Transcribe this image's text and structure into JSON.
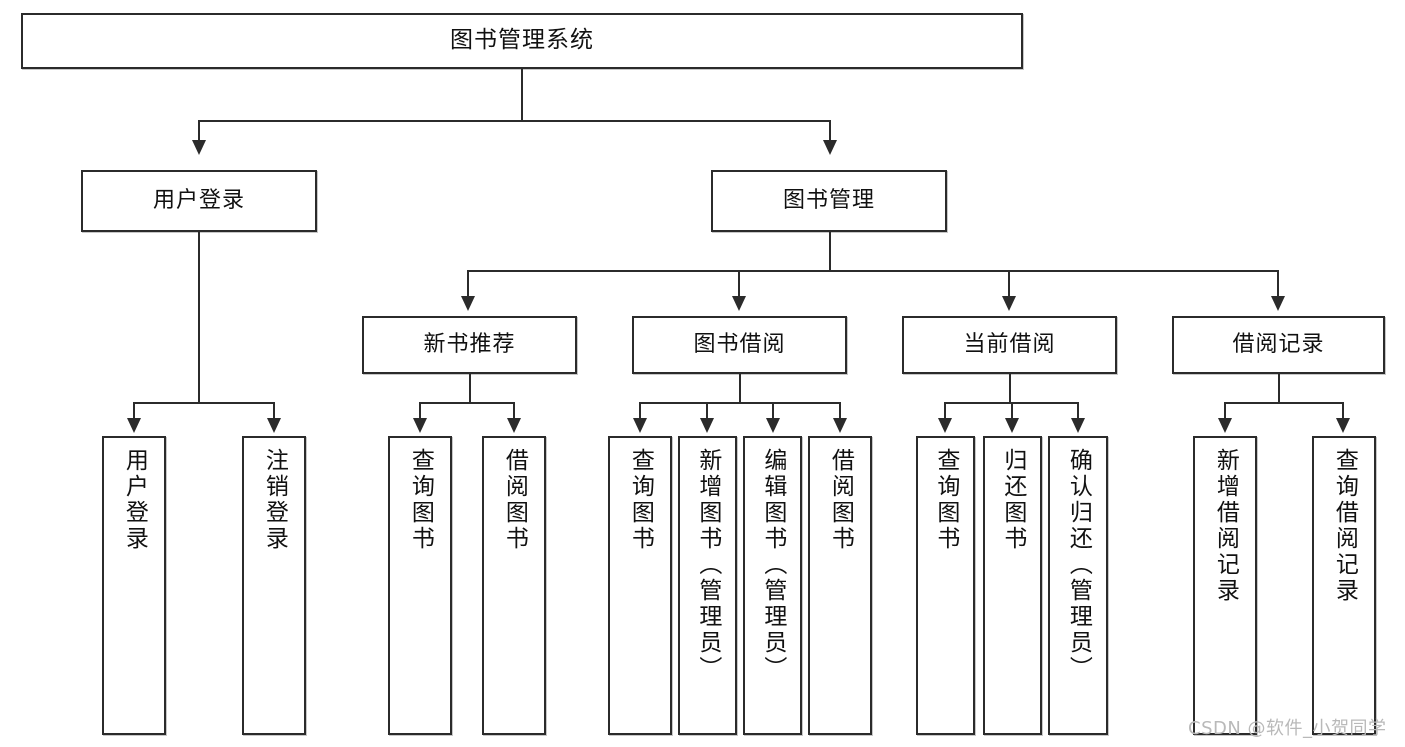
{
  "diagram": {
    "type": "tree-hierarchy",
    "title": "图书管理系统",
    "root": {
      "label": "图书管理系统"
    },
    "level2": [
      {
        "label": "用户登录"
      },
      {
        "label": "图书管理"
      }
    ],
    "level3": [
      {
        "label": "新书推荐"
      },
      {
        "label": "图书借阅"
      },
      {
        "label": "当前借阅"
      },
      {
        "label": "借阅记录"
      }
    ],
    "leaves": {
      "user_login": [
        {
          "label": "用户登录"
        },
        {
          "label": "注销登录"
        }
      ],
      "new_book_recommend": [
        {
          "label": "查询图书"
        },
        {
          "label": "借阅图书"
        }
      ],
      "book_borrow": [
        {
          "label": "查询图书"
        },
        {
          "label": "新增图书（管理员）"
        },
        {
          "label": "编辑图书（管理员）"
        },
        {
          "label": "借阅图书"
        }
      ],
      "current_borrow": [
        {
          "label": "查询图书"
        },
        {
          "label": "归还图书"
        },
        {
          "label": "确认归还（管理员）"
        }
      ],
      "borrow_record": [
        {
          "label": "新增借阅记录"
        },
        {
          "label": "查询借阅记录"
        }
      ]
    }
  },
  "watermark": {
    "text": "CSDN @软件_小贺同学"
  },
  "colors": {
    "border": "#2b2b2b",
    "background": "#ffffff",
    "text": "#111111",
    "watermark": "#b9b9b9"
  }
}
